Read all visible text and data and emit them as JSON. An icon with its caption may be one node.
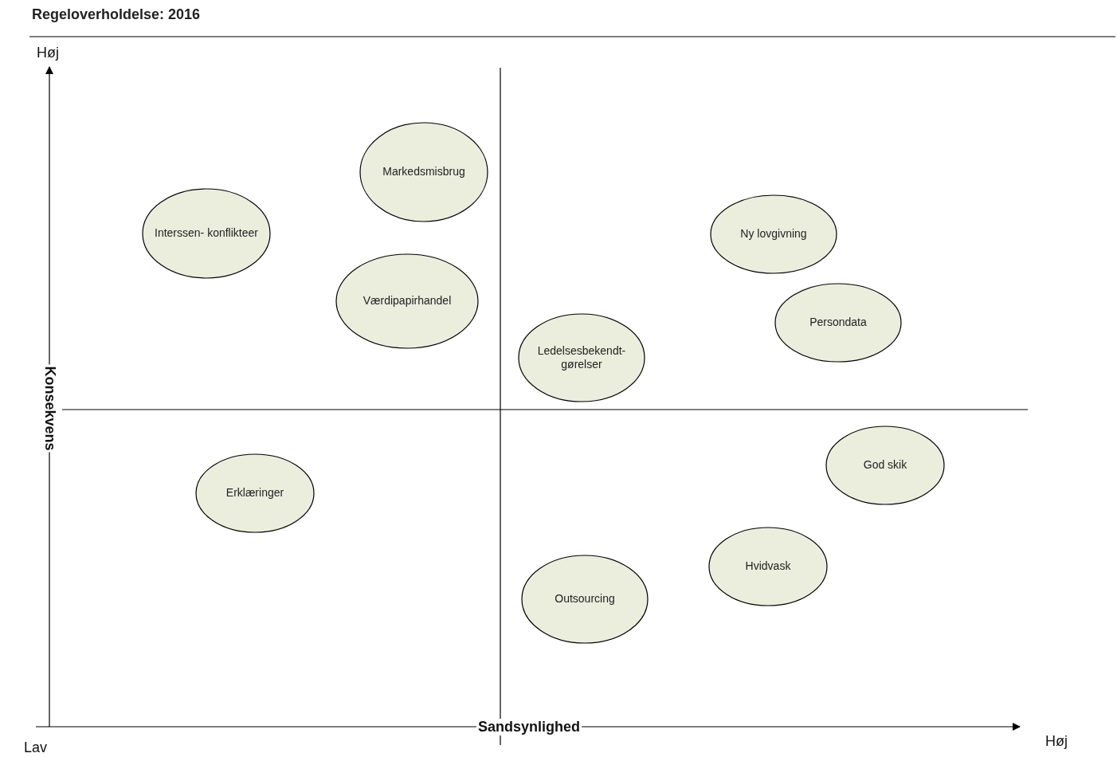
{
  "diagram": {
    "title": "Regeloverholdelse: 2016",
    "nodes": [
      {
        "text": [
          "Markedsmisbrug"
        ]
      },
      {
        "text": [
          "Interssen- konflikteer"
        ]
      },
      {
        "text": [
          "Ny lovgivning"
        ]
      },
      {
        "text": [
          "Værdipapirhandel"
        ]
      },
      {
        "text": [
          "Persondata"
        ]
      },
      {
        "text": [
          "Ledelsesbekendt- gørelser"
        ]
      },
      {
        "text": [
          "God skik"
        ]
      },
      {
        "text": [
          "Erklæringer"
        ]
      },
      {
        "text": [
          "Hvidvask"
        ]
      },
      {
        "text": [
          "Outsourcing"
        ]
      }
    ],
    "labels": [
      "Høj",
      "Konsekvens",
      "Lav",
      "Sandsynlighed",
      "Høj"
    ]
  }
}
